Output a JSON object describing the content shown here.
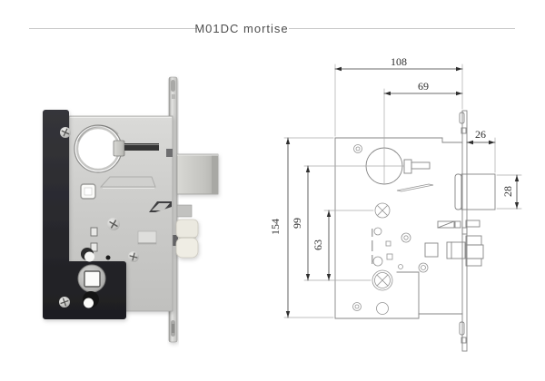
{
  "title": "M01DC mortise",
  "drawing": {
    "dim_case_depth": "108",
    "dim_backset": "69",
    "dim_bolt_projection": "26",
    "dim_bolt_height": "28",
    "dim_case_height": "154",
    "dim_cylinder_to_hub": "99",
    "dim_screw_to_hub": "63"
  },
  "colors": {
    "line": "#848484",
    "dimension": "#333333",
    "black_plate": "#2a2a2e",
    "steel": "#c9c9c7",
    "ivory_bolt": "#ebe9e0"
  }
}
